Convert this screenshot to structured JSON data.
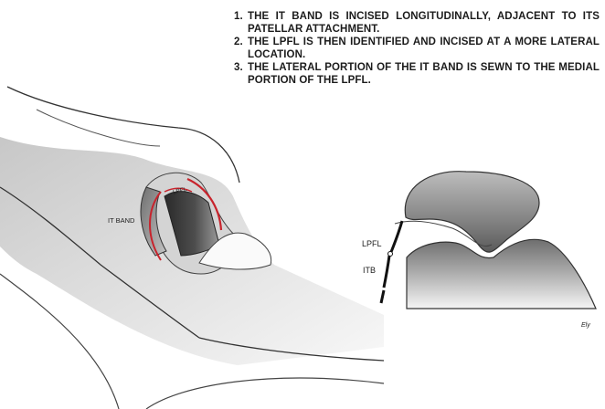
{
  "steps": [
    {
      "num": "1.",
      "text": "THE IT BAND IS INCISED LONGITUDINALLY, ADJACENT TO ITS PATELLAR ATTACHMENT."
    },
    {
      "num": "2.",
      "text": "THE LPFL IS THEN IDENTIFIED AND INCISED AT A MORE LATERAL LOCATION."
    },
    {
      "num": "3.",
      "text": "THE LATERAL PORTION OF THE IT BAND IS SEWN TO THE MEDIAL PORTION OF THE LPFL."
    }
  ],
  "labels": {
    "it_band": "IT BAND",
    "lpfl_knee": "LPFL",
    "lpfl_cross": "LPFL",
    "itb": "ITB",
    "signature": "Ely"
  },
  "colors": {
    "incision": "#c8232c",
    "text": "#1c1c1c",
    "outline": "#333333"
  }
}
